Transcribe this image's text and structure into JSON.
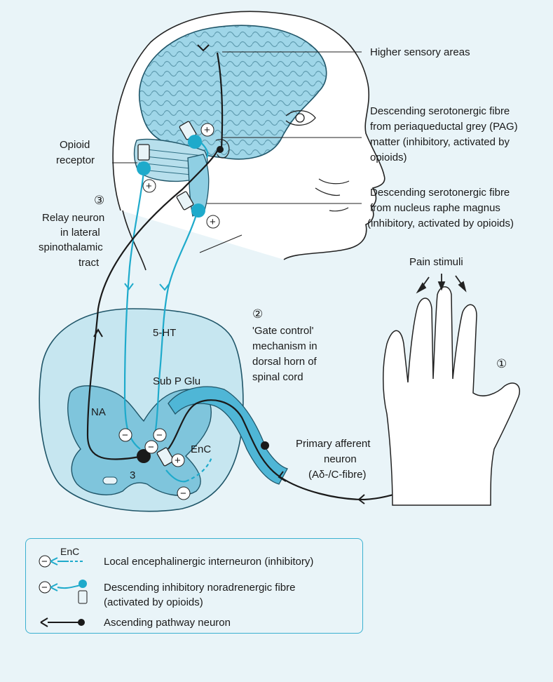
{
  "labels": {
    "higher_sensory": "Higher sensory areas",
    "pag_1": "Descending serotonergic fibre",
    "pag_2": "from periaqueductal grey (PAG)",
    "pag_3": "matter (inhibitory, activated by",
    "pag_4": "opioids)",
    "nrm_1": "Descending serotonergic fibre",
    "nrm_2": "from nucleus raphe magnus",
    "nrm_3": "(inhibitory, activated by opioids)",
    "opioid_1": "Opioid",
    "opioid_2": "receptor",
    "relay_1": "Relay neuron",
    "relay_2": "in lateral",
    "relay_3": "spinothalamic",
    "relay_4": "tract",
    "pain": "Pain stimuli",
    "gate_1": "'Gate control'",
    "gate_2": "mechanism in",
    "gate_3": "dorsal horn of",
    "gate_4": "spinal cord",
    "ht5": "5-HT",
    "subp": "Sub P Glu",
    "na": "NA",
    "enc": "EnC",
    "primary_1": "Primary afferent",
    "primary_2": "neuron",
    "primary_3": "(Aδ-/C-fibre)",
    "num1": "①",
    "num2": "②",
    "num3": "③",
    "num3_cord": "3",
    "plus": "+",
    "minus": "−"
  },
  "legend": {
    "enc_tag": "EnC",
    "item1": "Local encephalinergic interneuron (inhibitory)",
    "item2_line1": "Descending inhibitory noradrenergic fibre",
    "item2_line2": "(activated by opioids)",
    "item3": "Ascending pathway neuron"
  },
  "colors": {
    "background": "#e9f4f8",
    "tissue_light": "#cde9f2",
    "tissue_mid": "#8fcfe3",
    "tissue_dark": "#4fb6d6",
    "fibre_cyan": "#1eaacb",
    "neuron_black": "#1a1a1a"
  }
}
